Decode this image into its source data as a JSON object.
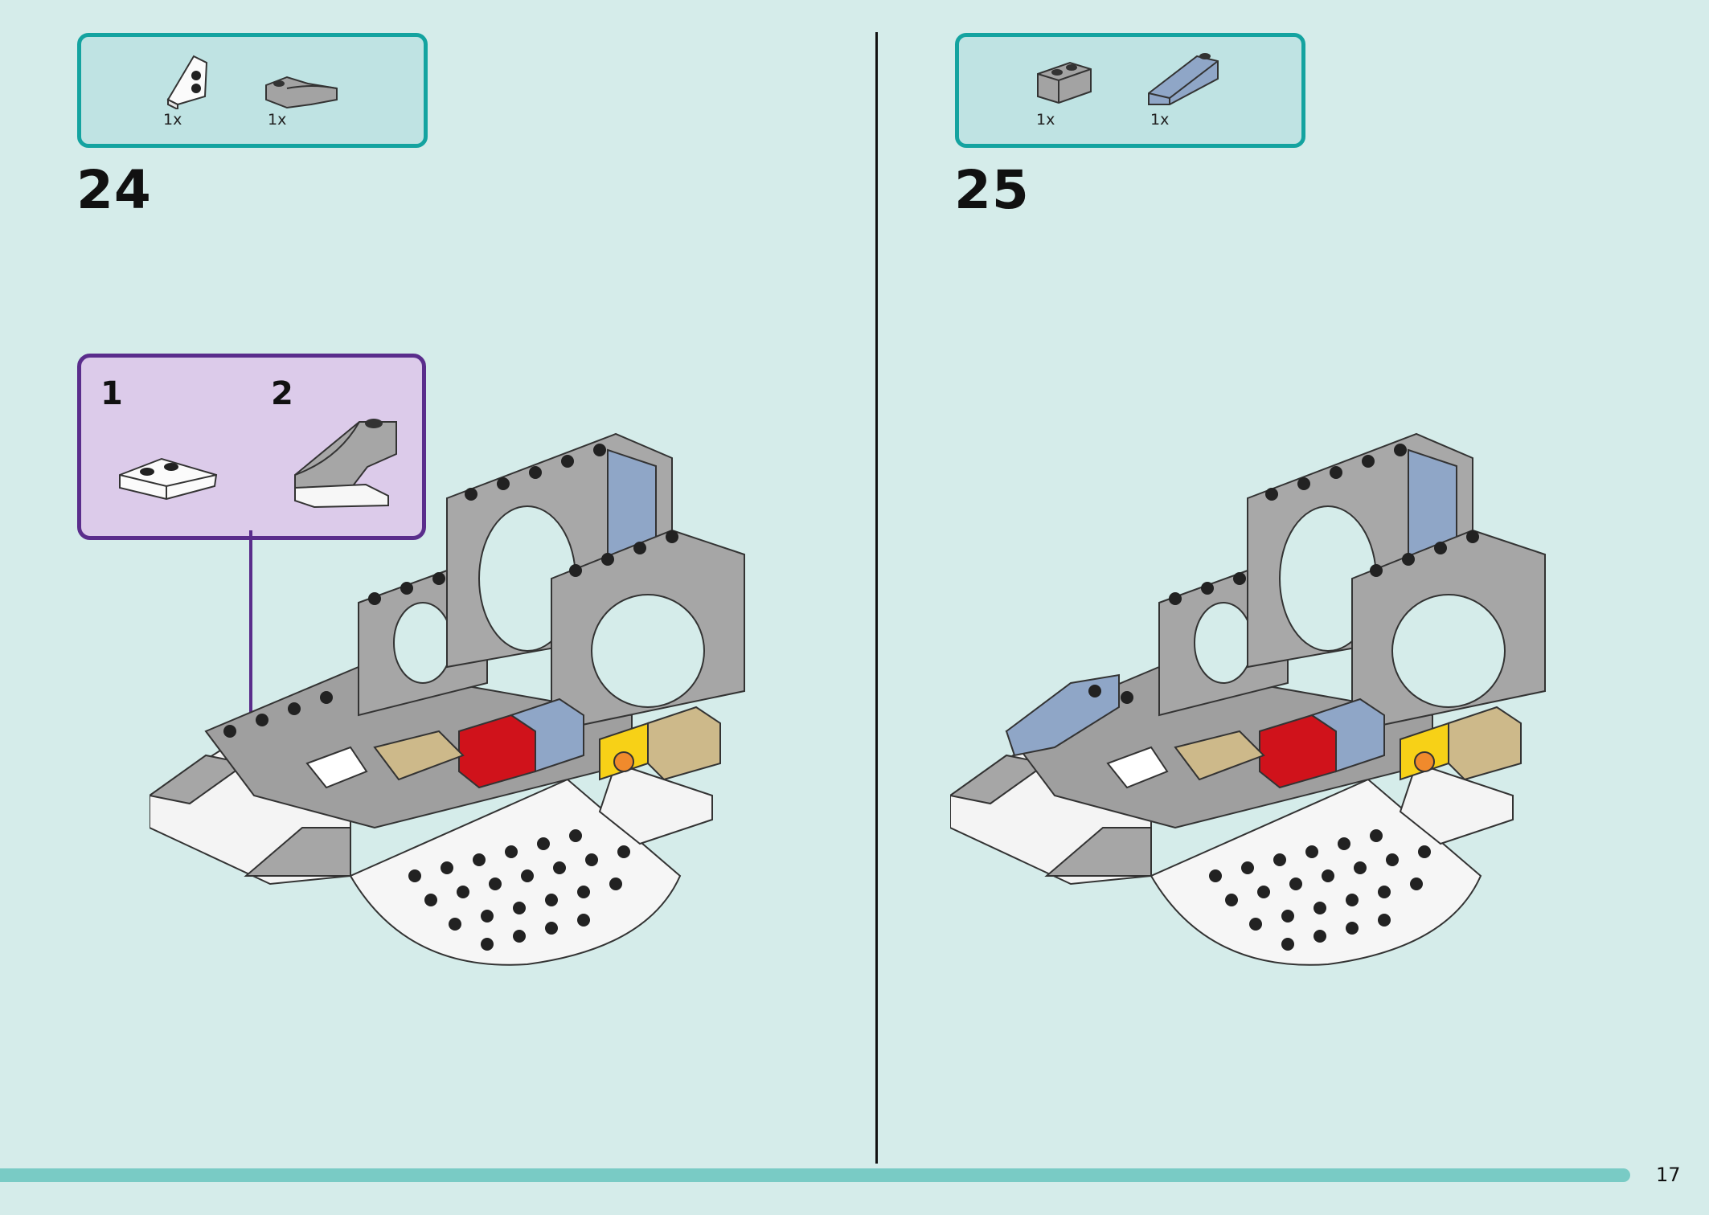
{
  "page_number": "17",
  "steps": [
    {
      "number": "24",
      "parts": [
        {
          "icon": "white-wedge-plate-icon",
          "qty": "1x"
        },
        {
          "icon": "grey-curved-slope-icon",
          "qty": "1x"
        }
      ],
      "callout": {
        "sub_steps": [
          "1",
          "2"
        ]
      }
    },
    {
      "number": "25",
      "parts": [
        {
          "icon": "grey-brick-1x2-icon",
          "qty": "1x"
        },
        {
          "icon": "sand-blue-slope-icon",
          "qty": "1x"
        }
      ]
    }
  ],
  "colors": {
    "background": "#d5ecea",
    "parts_box_border": "#14a3a0",
    "callout_border": "#5a2d8c",
    "callout_fill": "#dccbea",
    "footer_bar": "#79cbc5"
  }
}
